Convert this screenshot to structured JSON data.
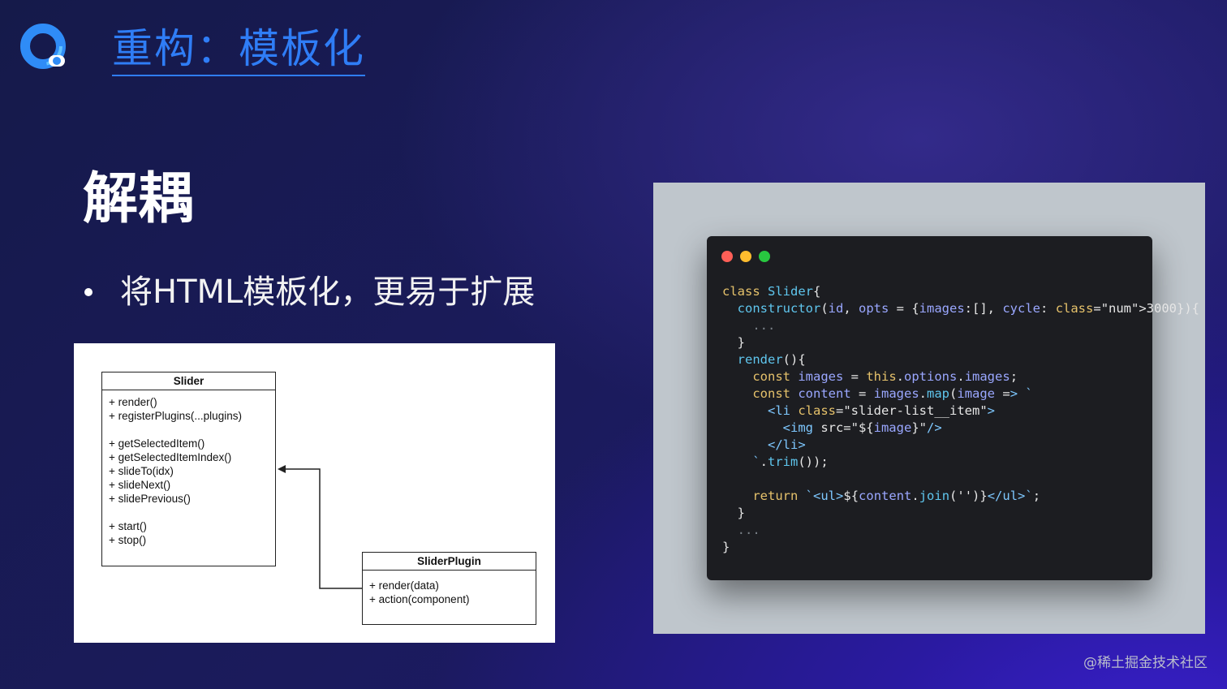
{
  "header": {
    "title": "重构：模板化",
    "logo_icon": "q-ring-logo-icon"
  },
  "main": {
    "heading": "解耦",
    "bullets": [
      "将HTML模板化，更易于扩展"
    ]
  },
  "uml": {
    "slider": {
      "name": "Slider",
      "groups": [
        [
          "+ render()",
          "+ registerPlugins(...plugins)"
        ],
        [
          "+ getSelectedItem()",
          "+ getSelectedItemIndex()",
          "+ slideTo(idx)",
          "+ slideNext()",
          "+ slidePrevious()"
        ],
        [
          "+ start()",
          "+ stop()"
        ]
      ]
    },
    "plugin": {
      "name": "SliderPlugin",
      "methods": [
        "+ render(data)",
        "+ action(component)"
      ]
    }
  },
  "code_window": {
    "dot_colors": [
      "#ff5f57",
      "#febc2e",
      "#28c840"
    ],
    "lines": [
      "class Slider{",
      "  constructor(id, opts = {images:[], cycle: 3000}){",
      "    ...",
      "  }",
      "  render(){",
      "    const images = this.options.images;",
      "    const content = images.map(image => `",
      "      <li class=\"slider-list__item\">",
      "        <img src=\"${image}\"/>",
      "      </li>",
      "    `.trim());",
      "",
      "    return `<ul>${content.join('')}</ul>`;",
      "  }",
      "  ...",
      "}"
    ]
  },
  "footer": {
    "credit": "@稀土掘金技术社区"
  },
  "colors": {
    "title": "#2f7df6",
    "background": "#1b1b5c"
  }
}
